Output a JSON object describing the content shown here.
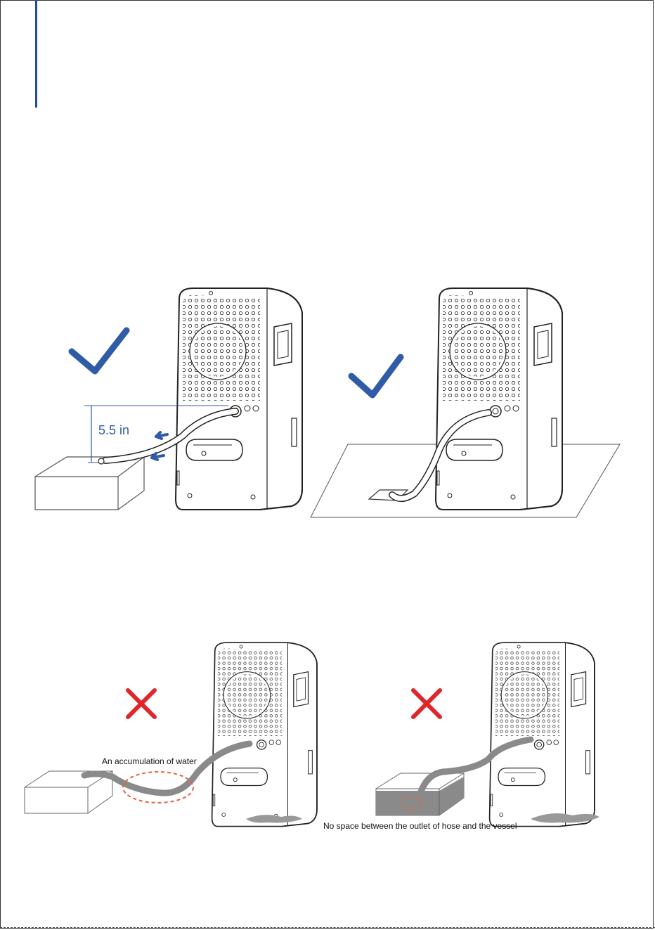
{
  "colors": {
    "accent": "#1f4e9c",
    "check": "#2f5ba7",
    "cross": "#e0252b",
    "dashed_ring": "#e8623a",
    "water": "#8a8a8a",
    "line": "#333333"
  },
  "panels": {
    "top_left": {
      "status": "correct",
      "icon": "check-icon",
      "height_label": "5.5 in"
    },
    "top_right": {
      "status": "correct",
      "icon": "check-icon"
    },
    "bottom_left": {
      "status": "incorrect",
      "icon": "cross-icon",
      "note": "An accumulation of water"
    },
    "bottom_right": {
      "status": "incorrect",
      "icon": "cross-icon",
      "note": "No space between the outlet of hose and the vessel"
    }
  }
}
